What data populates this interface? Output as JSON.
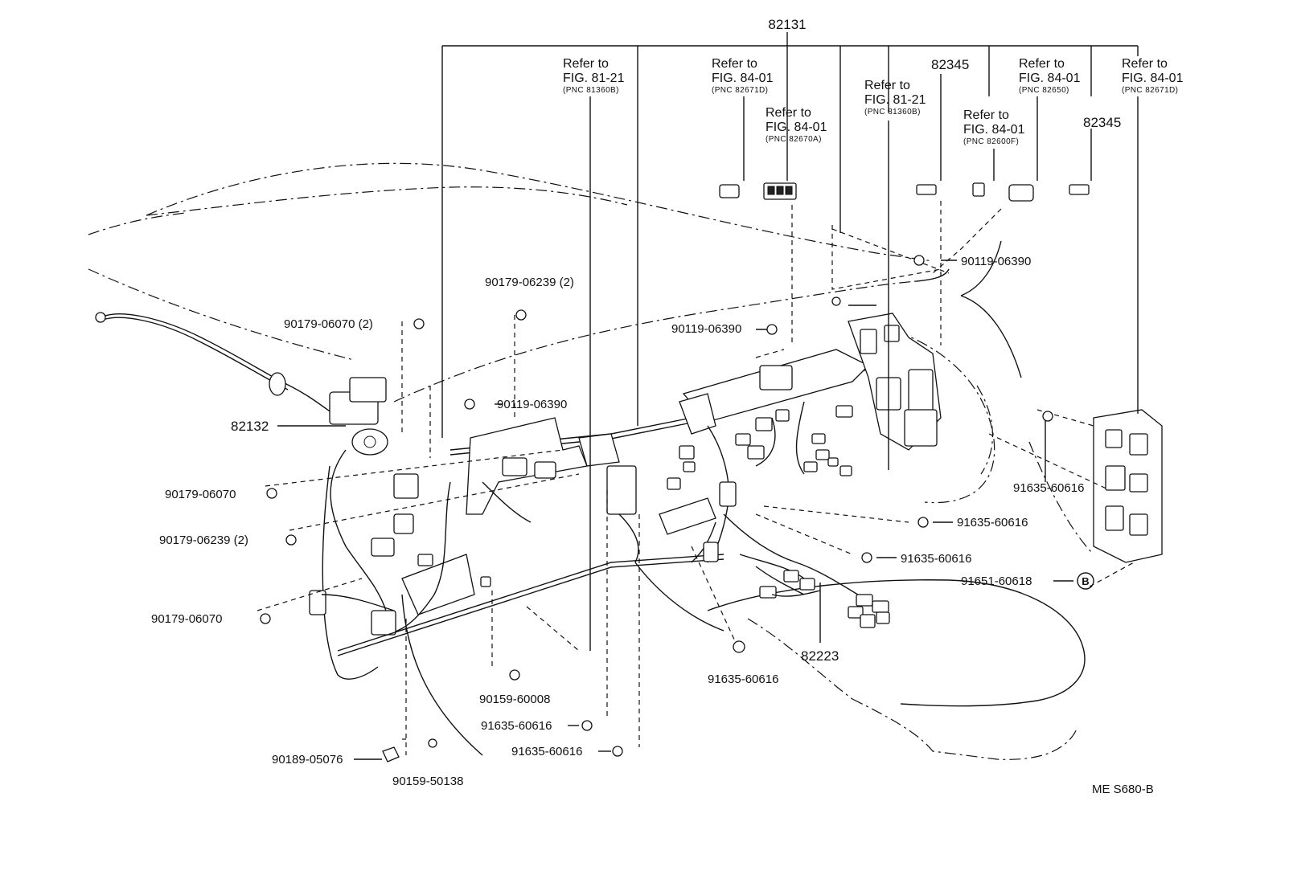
{
  "diagram": {
    "code": "ME S680-B",
    "callout_marker": "B",
    "groups": {
      "main_harness": "82131",
      "cowl_wire": "82132",
      "floor_wire": "82223"
    },
    "refs": [
      {
        "id": "ref1",
        "title": "Refer to",
        "fig": "FIG. 81-21",
        "pnc": "(PNC 81360B)"
      },
      {
        "id": "ref2",
        "title": "Refer to",
        "fig": "FIG. 84-01",
        "pnc": "(PNC 82671D)"
      },
      {
        "id": "ref3",
        "title": "Refer to",
        "fig": "FIG. 84-01",
        "pnc": "(PNC 82670A)"
      },
      {
        "id": "ref4",
        "title": "Refer to",
        "fig": "FIG. 81-21",
        "pnc": "(PNC 81360B)"
      },
      {
        "id": "ref5",
        "title": "Refer to",
        "fig": "FIG. 84-01",
        "pnc": "(PNC 82600F)"
      },
      {
        "id": "ref6",
        "title": "Refer to",
        "fig": "FIG. 84-01",
        "pnc": "(PNC 82650)"
      },
      {
        "id": "ref7",
        "title": "Refer to",
        "fig": "FIG. 84-01",
        "pnc": "(PNC 82671D)"
      }
    ],
    "part_numbers": {
      "p82345a": "82345",
      "p82345b": "82345",
      "p90119_a": "90119-06390",
      "p90119_b": "90119-06390",
      "p90119_c": "90119-06390",
      "p90179_06239_top": "90179-06239 (2)",
      "p90179_06070_2": "90179-06070 (2)",
      "p90179_06070_a": "90179-06070",
      "p90179_06239_mid": "90179-06239 (2)",
      "p90179_06070_b": "90179-06070",
      "p91635_a": "91635-60616",
      "p91635_b": "91635-60616",
      "p91635_c": "91635-60616",
      "p91635_d": "91635-60616",
      "p91635_e": "91635-60616",
      "p91635_f": "91635-60616",
      "p91651": "91651-60618",
      "p90159_60008": "90159-60008",
      "p90189_05076": "90189-05076",
      "p90159_50138": "90159-50138"
    }
  }
}
